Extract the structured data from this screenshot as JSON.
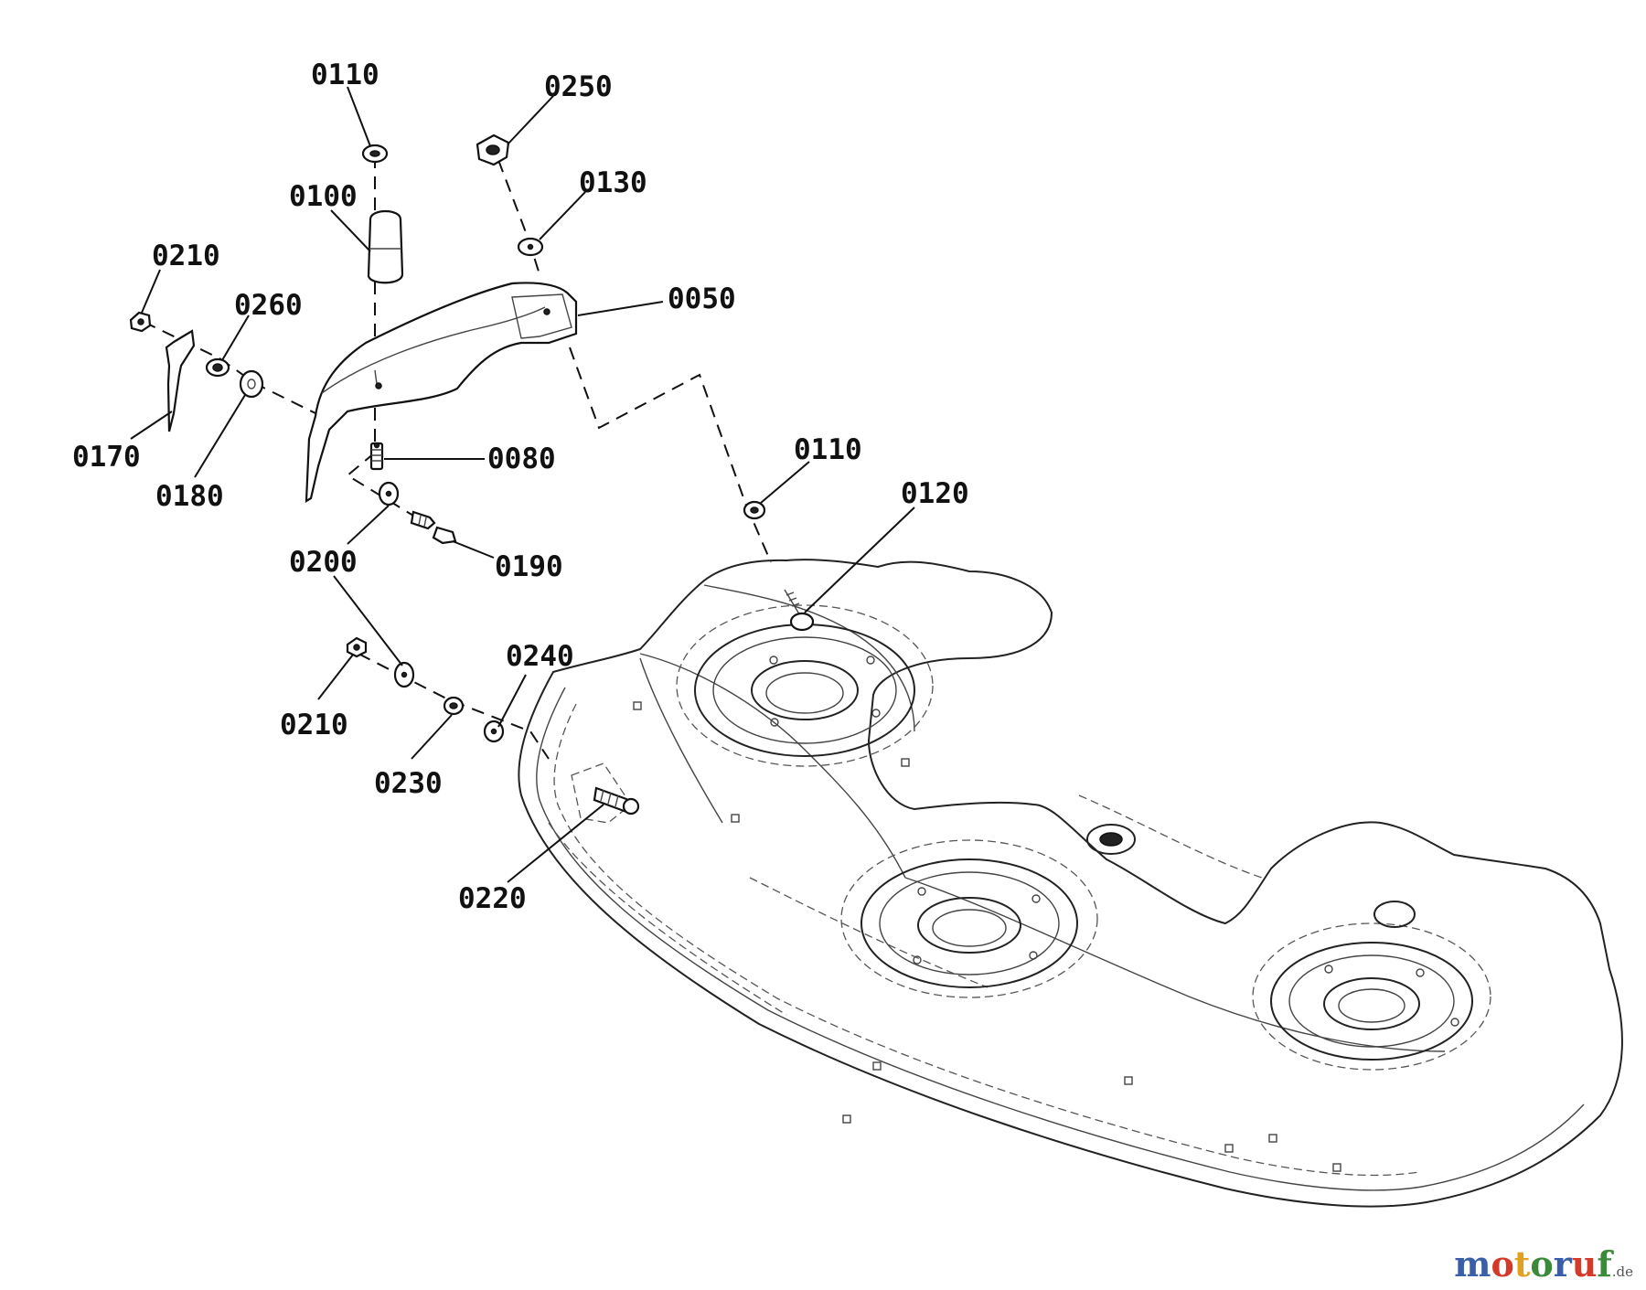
{
  "diagram": {
    "labels": {
      "p0110_top": "0110",
      "p0250": "0250",
      "p0130": "0130",
      "p0100": "0100",
      "p0050": "0050",
      "p0210_top": "0210",
      "p0260": "0260",
      "p0170": "0170",
      "p0180": "0180",
      "p0080": "0080",
      "p0110_mid": "0110",
      "p0120": "0120",
      "p0200": "0200",
      "p0190": "0190",
      "p0240": "0240",
      "p0210_bottom": "0210",
      "p0230": "0230",
      "p0220": "0220"
    }
  },
  "watermark": {
    "letters": [
      "m",
      "o",
      "t",
      "o",
      "r",
      "u",
      "f"
    ],
    "colors": [
      "#3a5fa8",
      "#d23a2a",
      "#e0a020",
      "#3a8a3a",
      "#3a5fa8",
      "#d23a2a",
      "#3a8a3a"
    ],
    "tld": ".de"
  }
}
